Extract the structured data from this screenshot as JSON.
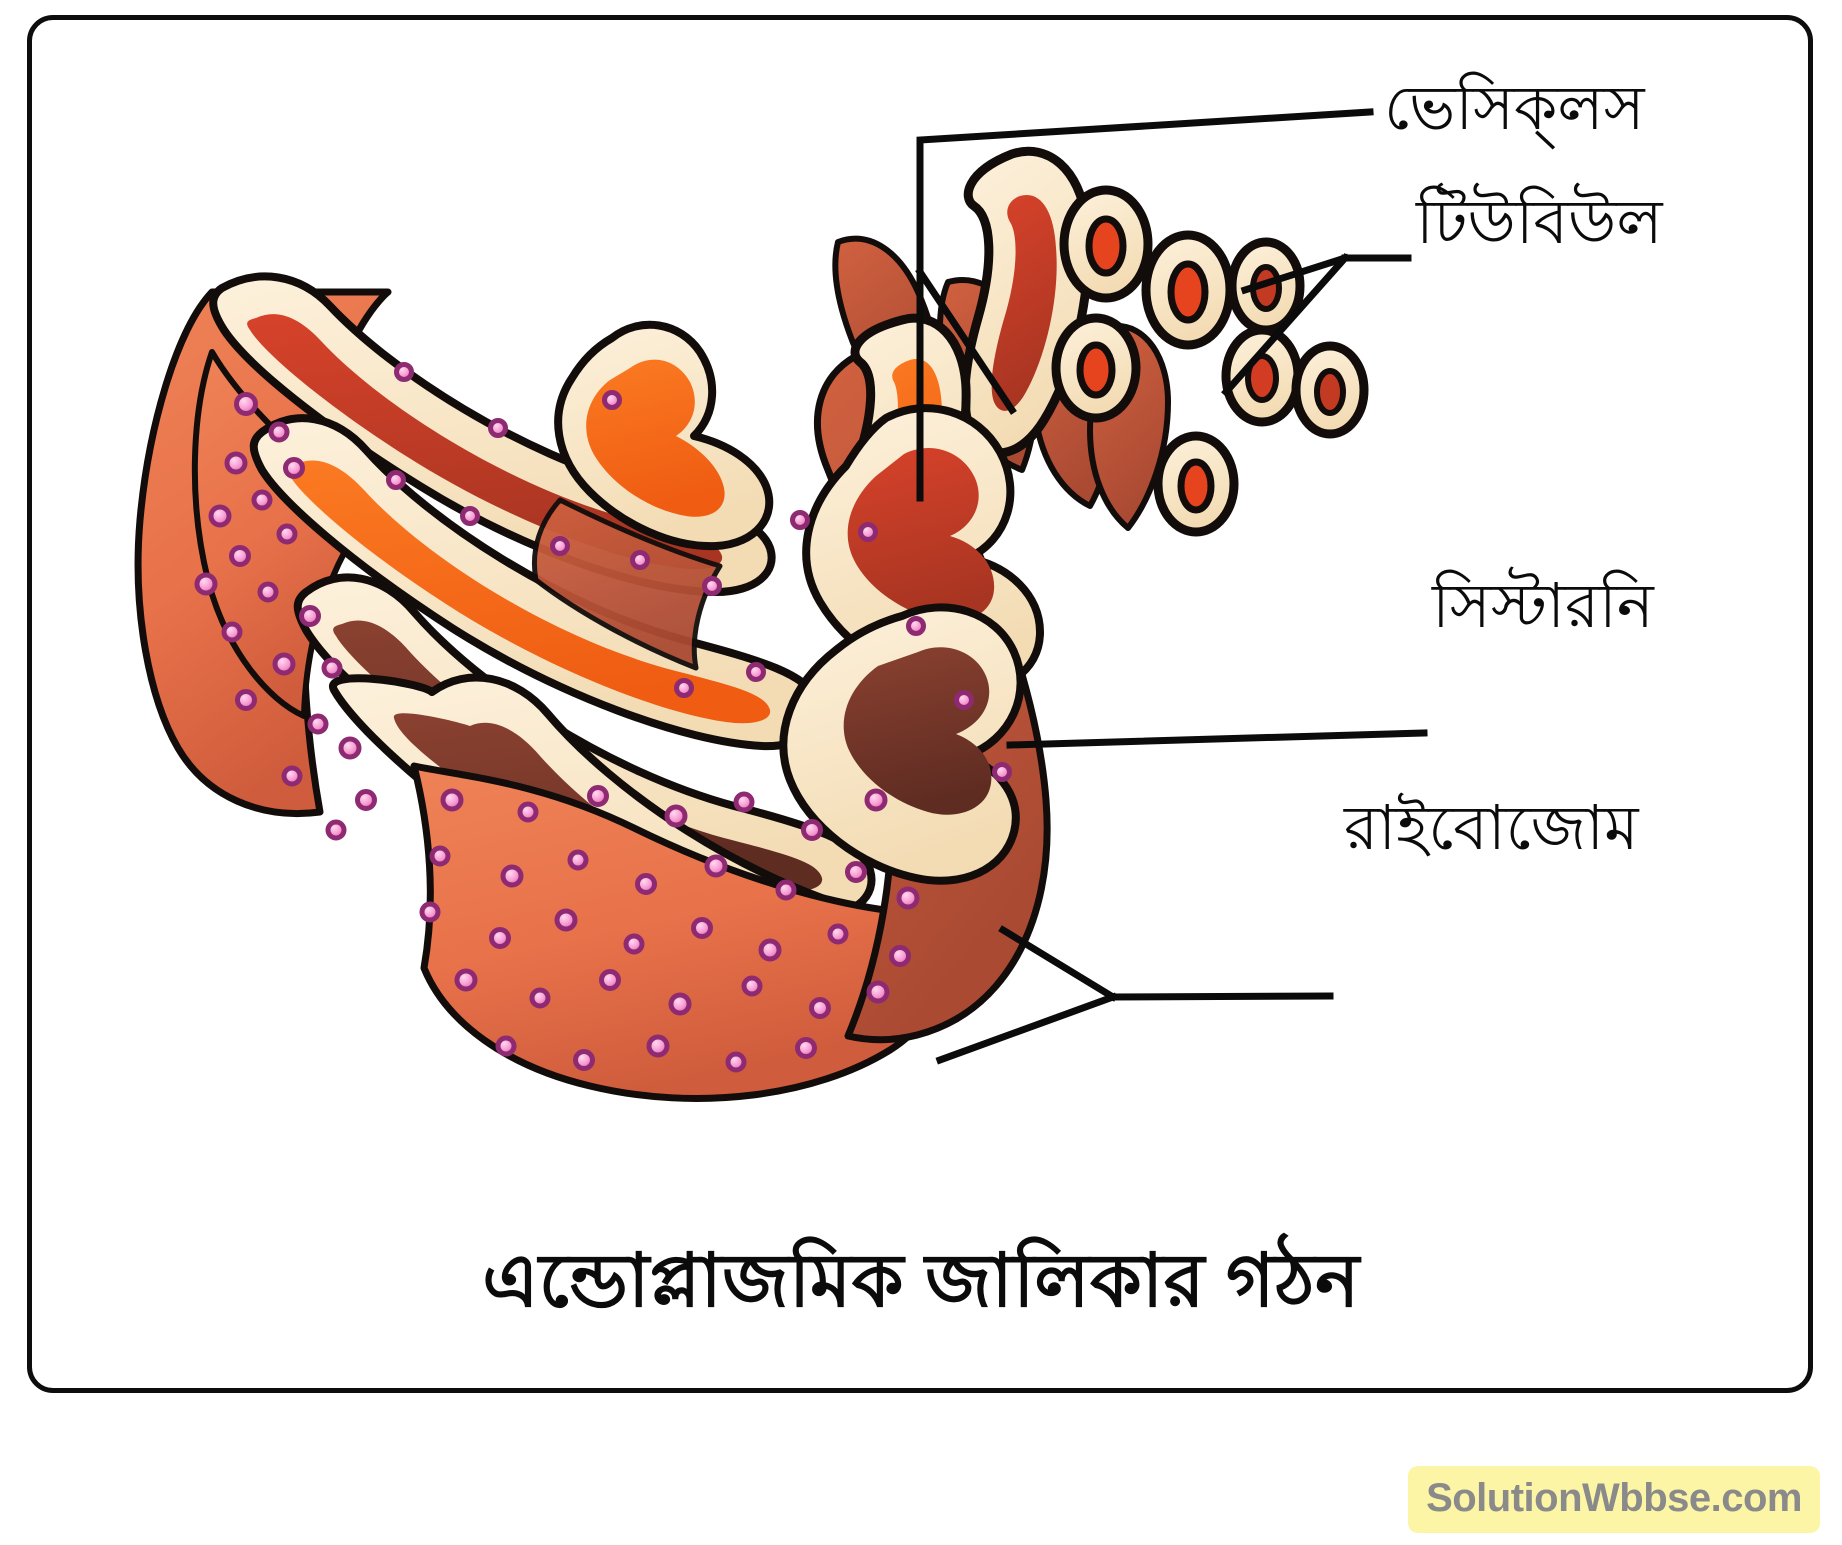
{
  "figure": {
    "caption": "এন্ডোপ্লাজমিক জালিকার গঠন",
    "subject": "endoplasmic-reticulum",
    "background_color": "#ffffff",
    "frame_color": "#0d0d0d"
  },
  "labels": {
    "vesicles": "ভেসিক্‌লস",
    "tubule": "টিউবিউল",
    "cisternae": "সিস্টারনি",
    "ribosome": "রাইবোজোম"
  },
  "watermark": {
    "text": "SolutionWbbse.com",
    "background_color": "#fdf5a6",
    "text_color": "#8a8a8a"
  },
  "palette": {
    "outline": "#120d0b",
    "membrane_cream": "#f7e2c0",
    "membrane_cream_light": "#fdf0d9",
    "body_salmon": "#e8724a",
    "body_salmon_dark": "#c9563a",
    "lumen_orange": "#f4661d",
    "lumen_red": "#d23a25",
    "lumen_dark": "#7a3528",
    "ribosome_fill": "#f7a8d8",
    "ribosome_stroke": "#8e2a72",
    "leader_line": "#0b0b0b"
  },
  "structures": [
    {
      "name": "vesicles",
      "count": 2,
      "description": "rounded membrane-bound sacs at top of tubular region"
    },
    {
      "name": "tubules",
      "count": 7,
      "description": "finger-like tubular projections with circular cross-sections"
    },
    {
      "name": "cisternae",
      "count": 5,
      "description": "flattened stacked membrane sacs"
    },
    {
      "name": "ribosomes",
      "count": 60,
      "description": "pink granules studding the outer cisternal surface"
    }
  ]
}
